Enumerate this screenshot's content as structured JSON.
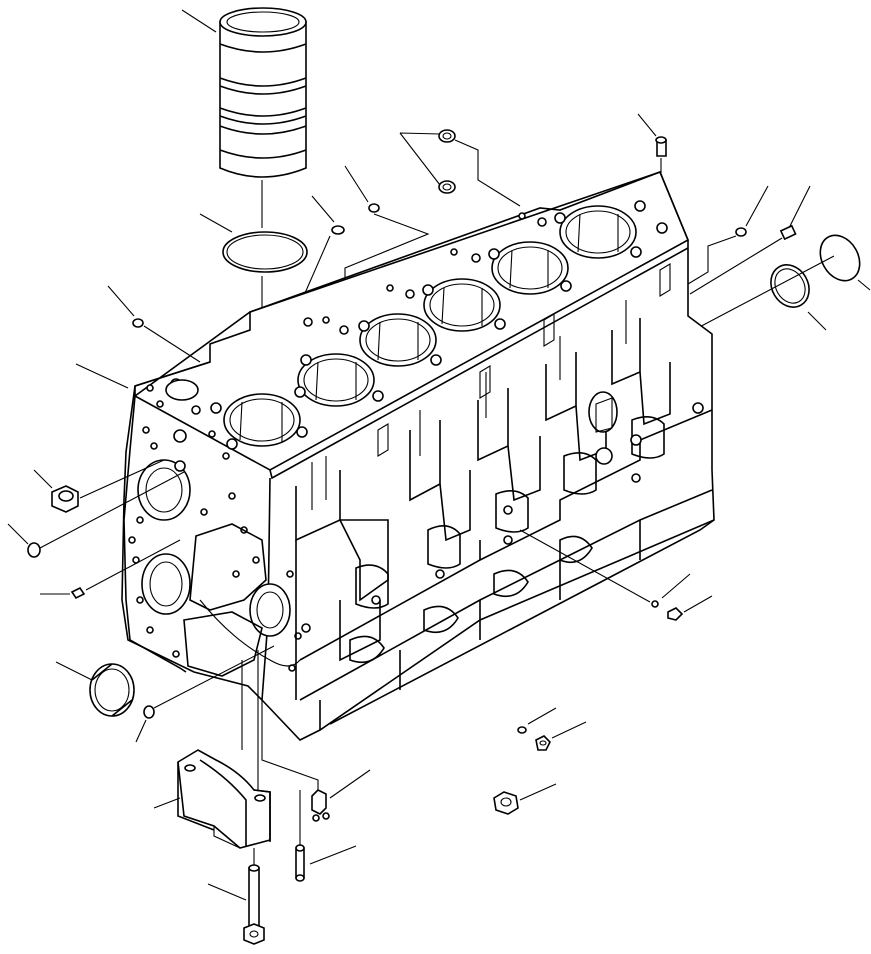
{
  "diagram": {
    "background": "#ffffff",
    "stroke": "#000000",
    "parts": [
      "cylinder-liner",
      "liner-o-ring",
      "cylinder-block",
      "main-bearing-cap",
      "main-bearing-cap-bolt",
      "dowel-pin",
      "expansion-plug",
      "o-ring",
      "plug",
      "oil-jet",
      "seal-ring",
      "cap",
      "drain-plug"
    ]
  }
}
